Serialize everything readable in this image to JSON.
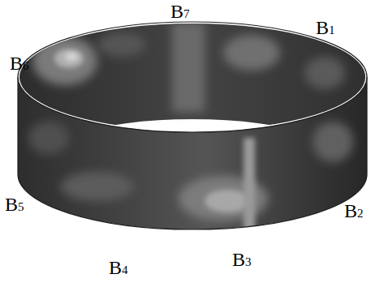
{
  "diagram": {
    "labels": [
      "B7",
      "B1",
      "B6",
      "B2",
      "B5",
      "B4",
      "B3"
    ]
  }
}
